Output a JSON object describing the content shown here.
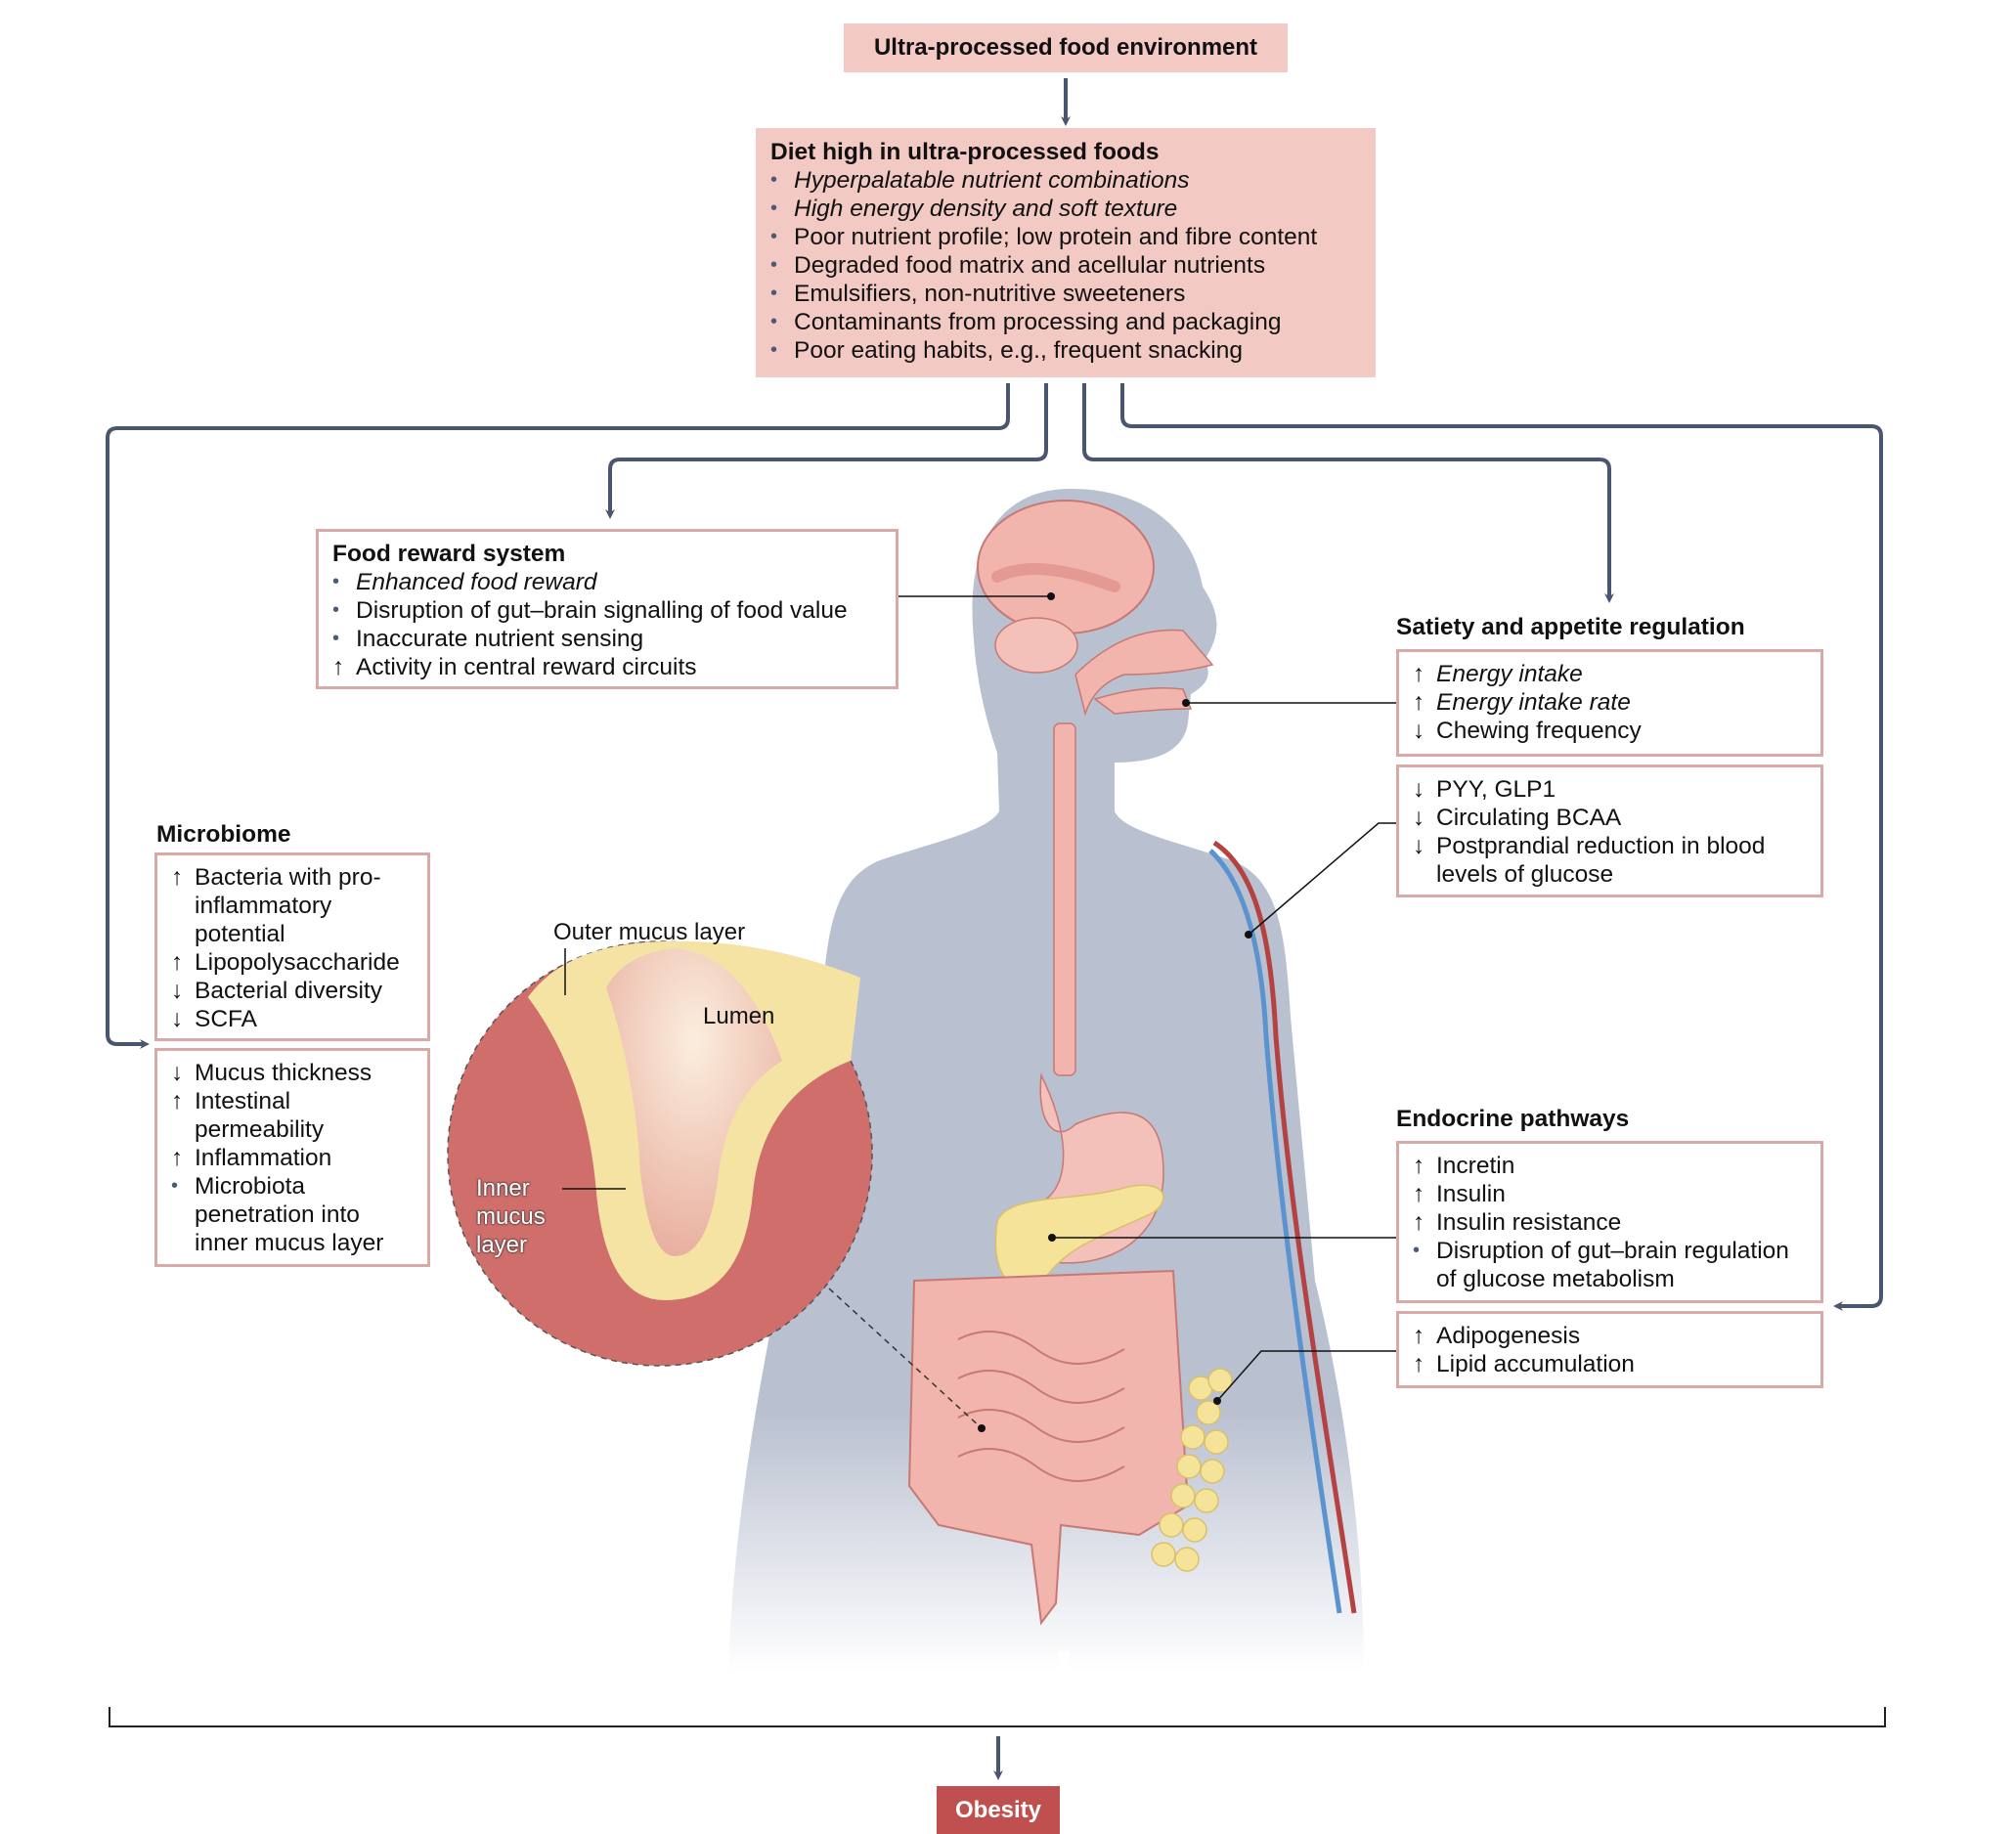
{
  "title": "Ultra-processed food environment",
  "diet": {
    "heading": "Diet high in ultra-processed foods",
    "items": [
      {
        "marker": "•",
        "text": "Hyperpalatable nutrient combinations",
        "italic": true
      },
      {
        "marker": "•",
        "text": "High energy density and soft texture",
        "italic": true
      },
      {
        "marker": "•",
        "text": "Poor nutrient profile; low protein and fibre content",
        "italic": false
      },
      {
        "marker": "•",
        "text": "Degraded food matrix and acellular nutrients",
        "italic": false
      },
      {
        "marker": "•",
        "text": "Emulsifiers, non-nutritive sweeteners",
        "italic": false
      },
      {
        "marker": "•",
        "text": "Contaminants from processing and packaging",
        "italic": false
      },
      {
        "marker": "•",
        "text": "Poor eating habits, e.g., frequent snacking",
        "italic": false
      }
    ]
  },
  "food_reward": {
    "heading": "Food reward system",
    "items": [
      {
        "marker": "•",
        "text": "Enhanced food reward",
        "italic": true
      },
      {
        "marker": "•",
        "text": "Disruption of gut–brain signalling of food value",
        "italic": false
      },
      {
        "marker": "•",
        "text": "Inaccurate nutrient sensing",
        "italic": false
      },
      {
        "marker": "↑",
        "text": "Activity in central reward circuits",
        "italic": false
      }
    ]
  },
  "satiety": {
    "heading": "Satiety and appetite regulation",
    "box1": [
      {
        "marker": "↑",
        "text": "Energy intake",
        "italic": true
      },
      {
        "marker": "↑",
        "text": "Energy intake rate",
        "italic": true
      },
      {
        "marker": "↓",
        "text": "Chewing frequency",
        "italic": false
      }
    ],
    "box2": [
      {
        "marker": "↓",
        "text": "PYY, GLP1",
        "italic": false
      },
      {
        "marker": "↓",
        "text": "Circulating BCAA",
        "italic": false
      },
      {
        "marker": "↓",
        "text": "Postprandial reduction in blood levels of glucose",
        "italic": false
      }
    ]
  },
  "microbiome": {
    "heading": "Microbiome",
    "box1": [
      {
        "marker": "↑",
        "text": "Bacteria with pro-inflammatory potential",
        "italic": false
      },
      {
        "marker": "↑",
        "text": "Lipopolysaccharide",
        "italic": false
      },
      {
        "marker": "↓",
        "text": "Bacterial diversity",
        "italic": false
      },
      {
        "marker": "↓",
        "text": "SCFA",
        "italic": false
      }
    ],
    "box2": [
      {
        "marker": "↓",
        "text": "Mucus thickness",
        "italic": false
      },
      {
        "marker": "↑",
        "text": "Intestinal permeability",
        "italic": false
      },
      {
        "marker": "↑",
        "text": "Inflammation",
        "italic": false
      },
      {
        "marker": "•",
        "text": "Microbiota penetration into inner mucus layer",
        "italic": false
      }
    ]
  },
  "endocrine": {
    "heading": "Endocrine pathways",
    "box1": [
      {
        "marker": "↑",
        "text": "Incretin",
        "italic": false
      },
      {
        "marker": "↑",
        "text": "Insulin",
        "italic": false
      },
      {
        "marker": "↑",
        "text": "Insulin resistance",
        "italic": false
      },
      {
        "marker": "•",
        "text": "Disruption of gut–brain regulation of glucose metabolism",
        "italic": false
      }
    ],
    "box2": [
      {
        "marker": "↑",
        "text": "Adipogenesis",
        "italic": false
      },
      {
        "marker": "↑",
        "text": "Lipid accumulation",
        "italic": false
      }
    ]
  },
  "gut_inset": {
    "outer_label": "Outer mucus layer",
    "lumen_label": "Lumen",
    "inner_label": "Inner mucus layer"
  },
  "outcome": "Obesity",
  "colors": {
    "header_fill": "#f3c9c4",
    "box_border": "#d8a9a6",
    "arrow": "#4a5670",
    "obesity_fill": "#c0504f",
    "body_silhouette": "#b9c0d0",
    "organ_pink": "#f0a9a4",
    "fat_yellow": "#f5e39a",
    "artery": "#b54242",
    "vein": "#5b93cf"
  }
}
